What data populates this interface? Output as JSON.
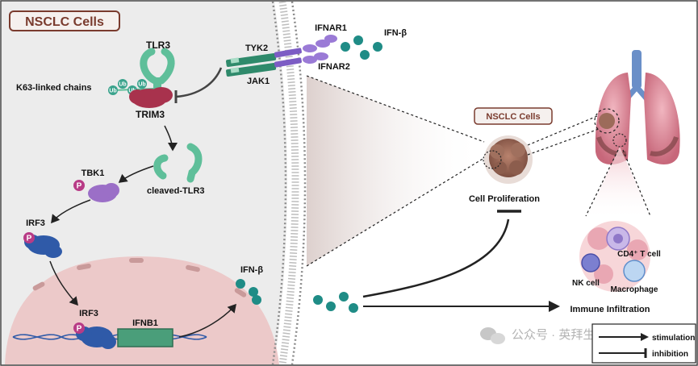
{
  "titles": {
    "cell_box": "NSCLC Cells",
    "tumor_box": "NSCLC Cells"
  },
  "labels": {
    "tlr3": "TLR3",
    "k63": "K63-linked chains",
    "ub": "Ub",
    "trim3": "TRIM3",
    "tyk2": "TYK2",
    "jak1": "JAK1",
    "ifnar1": "IFNAR1",
    "ifnar2": "IFNAR2",
    "ifnb_top": "IFN-β",
    "tbk1": "TBK1",
    "cleaved_tlr3": "cleaved-TLR3",
    "irf3_cyto": "IRF3",
    "irf3_nuc": "IRF3",
    "ifnb1": "IFNB1",
    "ifnb_bottom": "IFN-β",
    "p": "P",
    "cell_proliferation": "Cell Proliferation",
    "immune_infiltration": "Immune Infiltration",
    "cd4_t_cell": "CD4⁺ T cell",
    "nk_cell": "NK cell",
    "macrophage": "Macrophage"
  },
  "legend": {
    "stimulation": "stimulation",
    "inhibition": "inhibition"
  },
  "watermark": "公众号 · 英拜生物",
  "colors": {
    "cytoplasm": "#ececec",
    "nucleus": "#ecc9c9",
    "tlr3": "#5fbf9a",
    "trim3": "#a8324d",
    "tbk1": "#9b6fc7",
    "irf3": "#2f5aa8",
    "phospho": "#b83b86",
    "ifnb": "#1f8c86",
    "ifnar": "#7c5cc4",
    "jak": "#2f8a6b",
    "tumor": "#9c6b5a",
    "title_border": "#7a3b2e"
  }
}
